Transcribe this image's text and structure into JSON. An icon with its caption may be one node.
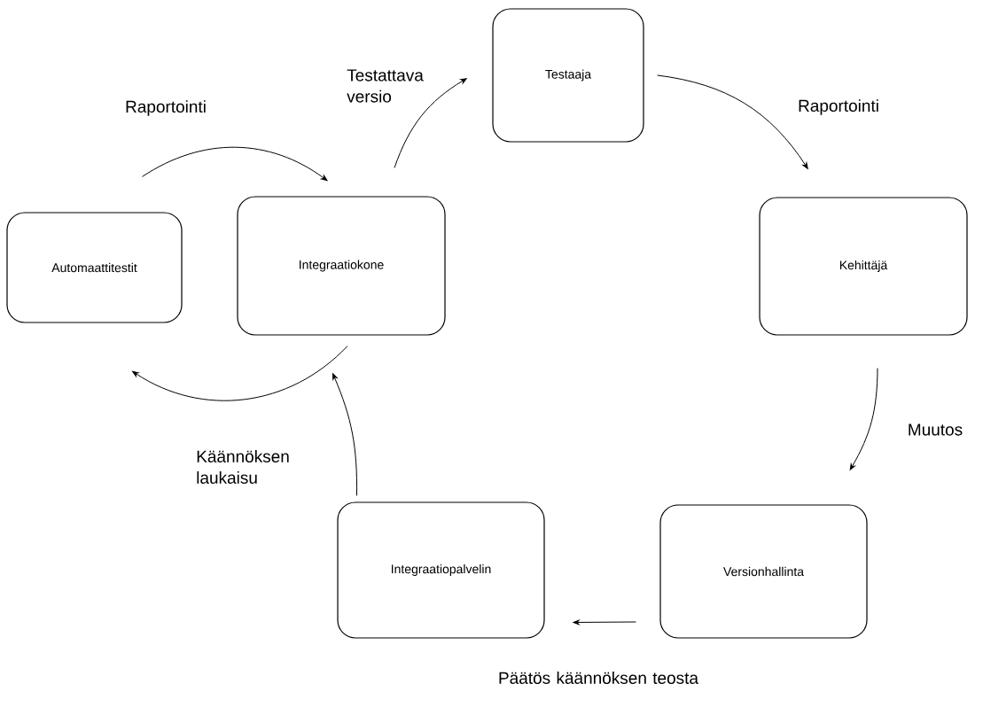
{
  "diagram": {
    "nodes": [
      {
        "text": [
          "Testaaja"
        ]
      },
      {
        "text": [
          "Kehittäjä"
        ]
      },
      {
        "text": [
          "Versionhallinta"
        ]
      },
      {
        "text": [
          "Integraatiopalvelin"
        ]
      },
      {
        "text": [
          "Integraatiokone"
        ]
      },
      {
        "text": [
          "Automaattitestit"
        ]
      }
    ],
    "edges": [
      {
        "from": 4,
        "to": 0,
        "arrow": "to",
        "label": "Testattava versio"
      },
      {
        "from": 0,
        "to": 1,
        "arrow": "to",
        "label": "Raportointi"
      },
      {
        "from": 1,
        "to": 2,
        "arrow": "to",
        "label": "Muutos"
      },
      {
        "from": 2,
        "to": 3,
        "arrow": "to",
        "label": "Päätös käännöksen teosta"
      },
      {
        "from": 3,
        "to": 4,
        "arrow": "to",
        "label": "Käännöksen laukaisu"
      },
      {
        "from": 5,
        "to": 4,
        "arrow": "to",
        "label": "Raportointi"
      },
      {
        "from": 4,
        "to": 5,
        "arrow": "to"
      }
    ]
  }
}
